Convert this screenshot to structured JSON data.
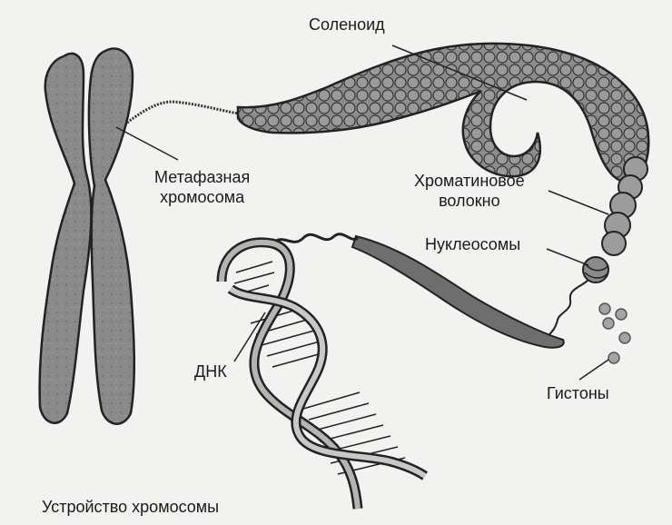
{
  "labels": {
    "solenoid": "Соленоид",
    "metaphase_line1": "Метафазная",
    "metaphase_line2": "хромосома",
    "chromatin_line1": "Хроматиновое",
    "chromatin_line2": "волокно",
    "nucleosomes": "Нуклеосомы",
    "dna": "ДНК",
    "histones": "Гистоны"
  },
  "caption": "Устройство хромосомы",
  "colors": {
    "background": "#f2f2f0",
    "structure_fill": "#8c8c8c",
    "outline": "#222222"
  }
}
